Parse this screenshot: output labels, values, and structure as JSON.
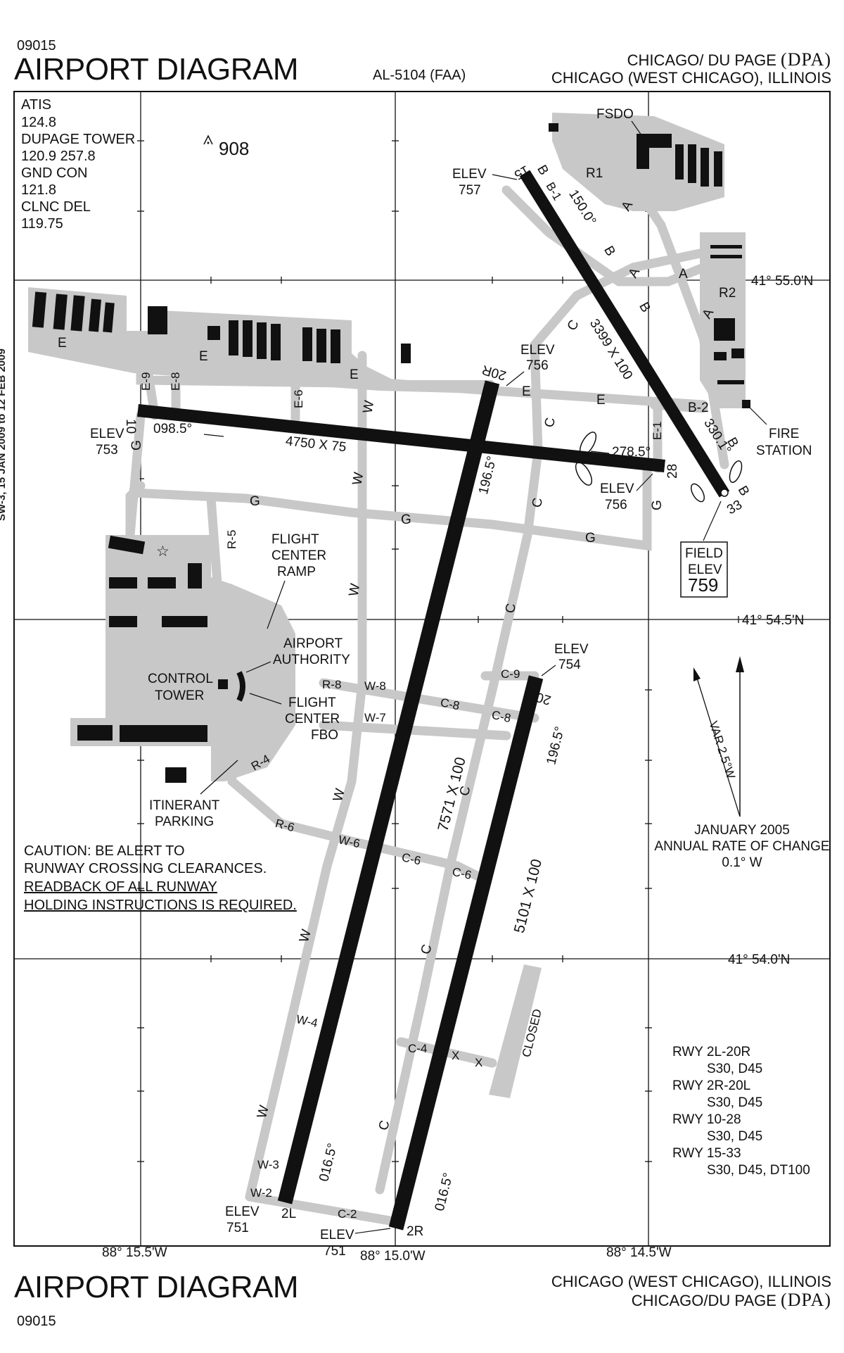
{
  "header": {
    "cycle_top": "09015",
    "title_top": "AIRPORT DIAGRAM",
    "al_number": "AL-5104 (FAA)",
    "airport_name": "CHICAGO/ DU PAGE",
    "airport_id": "(DPA)",
    "city_state": "CHICAGO (WEST CHICAGO), ILLINOIS"
  },
  "footer": {
    "title": "AIRPORT DIAGRAM",
    "cycle": "09015",
    "city_state": "CHICAGO (WEST CHICAGO), ILLINOIS",
    "airport_name": "CHICAGO/DU PAGE",
    "airport_id": "(DPA)"
  },
  "comms": [
    "ATIS",
    "124.8",
    "DUPAGE TOWER",
    "120.9 257.8",
    "GND CON",
    "121.8",
    "CLNC DEL",
    "119.75"
  ],
  "obstacle": "908",
  "lat_labels": [
    "41° 55.0'N",
    "41° 54.5'N",
    "41° 54.0'N"
  ],
  "lon_labels": [
    "88° 15.5'W",
    "88° 15.0'W",
    "88° 14.5'W"
  ],
  "runways": {
    "rwy_10_28": {
      "end_a": "10",
      "end_b": "28",
      "dims": "4750 X 75",
      "hdg_a": "098.5°",
      "hdg_b": "278.5°"
    },
    "rwy_2r_20l": {
      "end_a": "2R",
      "end_b": "20L",
      "dims": "5101 X 100",
      "hdg_a": "016.5°",
      "hdg_b": "196.5°"
    },
    "rwy_2l_20r": {
      "end_a": "2L",
      "end_b": "20R",
      "dims": "7571 X 100",
      "hdg_a": "016.5°",
      "hdg_b": "196.5°"
    },
    "rwy_15_33": {
      "end_a": "15",
      "end_b": "33",
      "dims": "3399 X 100",
      "hdg_a": "150.0°",
      "hdg_b": "330.1°"
    }
  },
  "elevations": {
    "elev_label": "ELEV",
    "rwy10": "753",
    "rwy28": "756",
    "rwy20r": "756",
    "rwy15": "757",
    "rwy20l": "754",
    "rwy2l": "751",
    "rwy2r": "751"
  },
  "field_elev": {
    "line1": "FIELD",
    "line2": "ELEV",
    "value": "759"
  },
  "taxiways": {
    "E": "E",
    "E9": "E-9",
    "E8": "E-8",
    "E6": "E-6",
    "E1": "E-1",
    "G": "G",
    "W": "W",
    "C": "C",
    "B": "B",
    "B1": "B-1",
    "B2": "B-2",
    "A": "A",
    "R1": "R1",
    "R2": "R2",
    "R5": "R-5",
    "R8": "R-8",
    "R4": "R-4",
    "R6": "R-6",
    "W8": "W-8",
    "W7": "W-7",
    "W6": "W-6",
    "W4": "W-4",
    "W3": "W-3",
    "W2": "W-2",
    "C9": "C-9",
    "C8": "C-8",
    "C6": "C-6",
    "C4": "C-4",
    "C2": "C-2",
    "X": "X"
  },
  "labels": {
    "fsdo": "FSDO",
    "fire_station": [
      "FIRE",
      "STATION"
    ],
    "flight_center_ramp": [
      "FLIGHT",
      "CENTER",
      "RAMP"
    ],
    "airport_authority": [
      "AIRPORT",
      "AUTHORITY"
    ],
    "control_tower": [
      "CONTROL",
      "TOWER"
    ],
    "flight_center_fbo": [
      "FLIGHT",
      "CENTER",
      "FBO"
    ],
    "itinerant_parking": [
      "ITINERANT",
      "PARKING"
    ],
    "closed": "CLOSED"
  },
  "caution": [
    "CAUTION: BE ALERT TO",
    "RUNWAY CROSSING CLEARANCES.",
    "READBACK OF ALL RUNWAY",
    "HOLDING INSTRUCTIONS IS REQUIRED."
  ],
  "variation": {
    "var": "VAR 2.5°W",
    "lines": [
      "JANUARY 2005",
      "ANNUAL RATE OF CHANGE",
      "0.1° W"
    ]
  },
  "runway_strength": [
    "RWY 2L-20R",
    "S30, D45",
    "RWY 2R-20L",
    "S30, D45",
    "RWY 10-28",
    "S30, D45",
    "RWY 15-33",
    "S30, D45, DT100"
  ],
  "side_note": "SW-3, 15 JAN 2009 to 12 FEB 2009"
}
